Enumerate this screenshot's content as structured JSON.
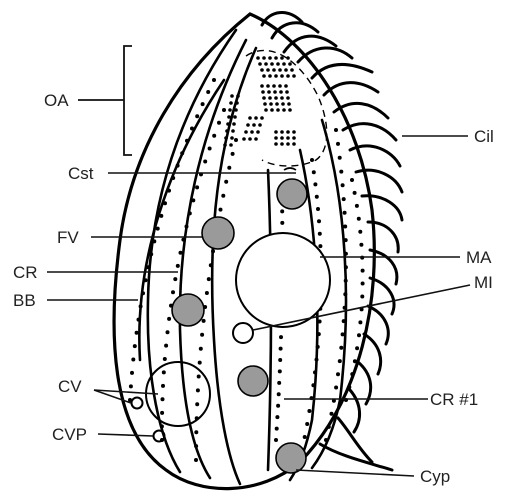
{
  "figure": {
    "labels": {
      "oa": "OA",
      "cst": "Cst",
      "fv": "FV",
      "cr": "CR",
      "bb": "BB",
      "cv": "CV",
      "cvp": "CVP",
      "cil": "Cil",
      "ma": "MA",
      "mi": "MI",
      "cr1": "CR #1",
      "cyp": "Cyp"
    },
    "colors": {
      "outline": "#000000",
      "food_vacuole_fill": "#9a9a9a",
      "label_text": "#222222",
      "background": "#ffffff"
    }
  }
}
